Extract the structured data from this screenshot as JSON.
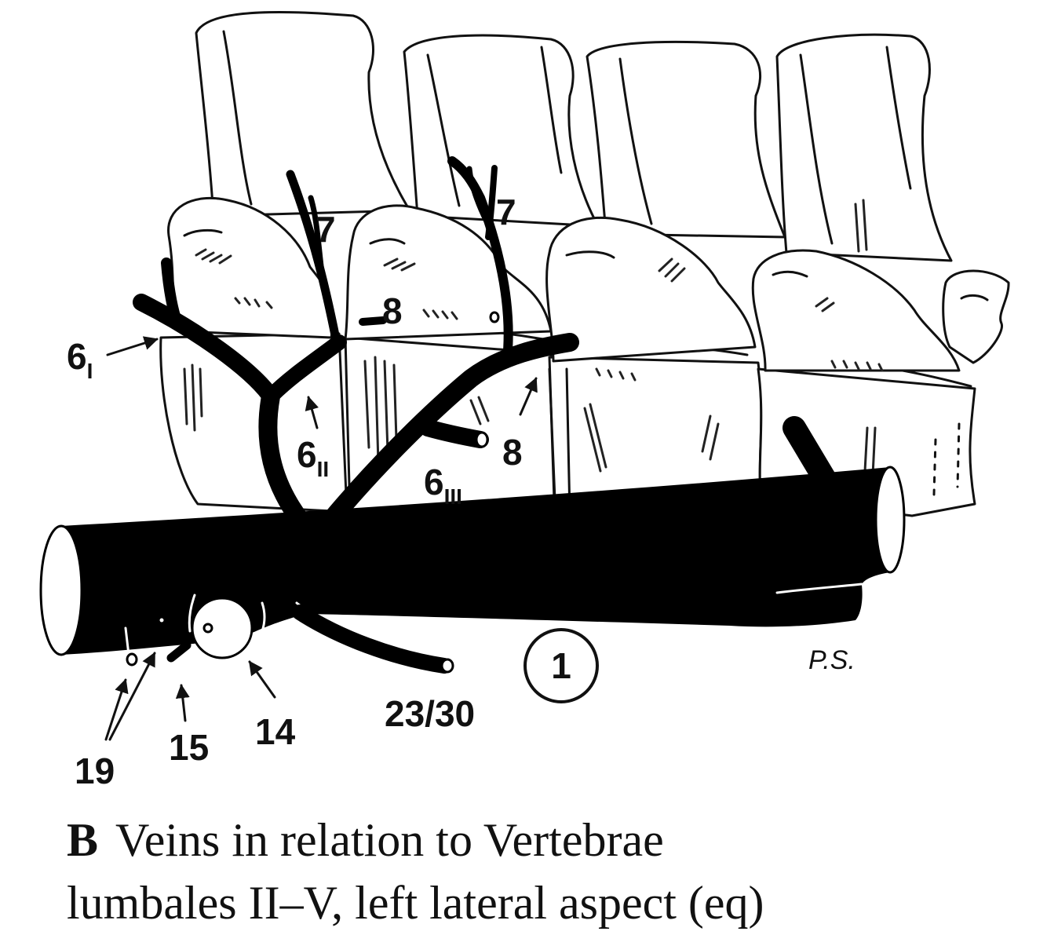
{
  "figure": {
    "labels": {
      "vein_6_i": {
        "num": "6",
        "sub": "I"
      },
      "vein_6_ii": {
        "num": "6",
        "sub": "II"
      },
      "vein_6_iii": {
        "num": "6",
        "sub": "III"
      },
      "vein_7_left": "7",
      "vein_7_right": "7",
      "vein_8_top": "8",
      "vein_8_mid": "8",
      "vessel_1": "1",
      "vessel_23_30": "23/30",
      "vessel_14": "14",
      "vessel_15": "15",
      "vessel_19": "19"
    },
    "signature": "P.S."
  },
  "caption": {
    "letter": "B",
    "line1": "Veins in relation to Vertebrae",
    "line2": "lumbales II–V, left lateral aspect (eq)"
  }
}
